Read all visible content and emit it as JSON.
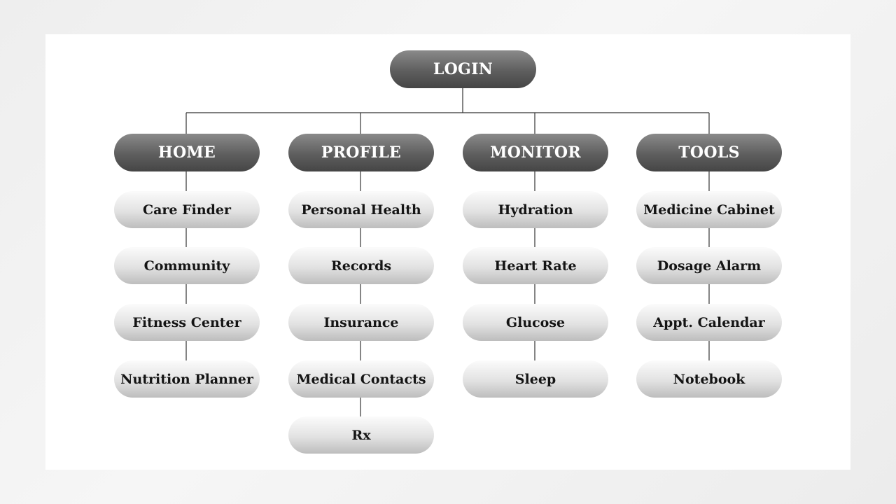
{
  "root": {
    "label": "LOGIN"
  },
  "columns": [
    {
      "header": "HOME",
      "items": [
        "Care Finder",
        "Community",
        "Fitness Center",
        "Nutrition Planner"
      ]
    },
    {
      "header": "PROFILE",
      "items": [
        "Personal Health",
        "Records",
        "Insurance",
        "Medical Contacts",
        "Rx"
      ]
    },
    {
      "header": "MONITOR",
      "items": [
        "Hydration",
        "Heart Rate",
        "Glucose",
        "Sleep"
      ]
    },
    {
      "header": "TOOLS",
      "items": [
        "Medicine Cabinet",
        "Dosage Alarm",
        "Appt. Calendar",
        "Notebook"
      ]
    }
  ],
  "colors": {
    "node_dark": "#5e5e5e",
    "node_light": "#e2e2e2",
    "connector": "#333333",
    "card": "#ffffff"
  }
}
